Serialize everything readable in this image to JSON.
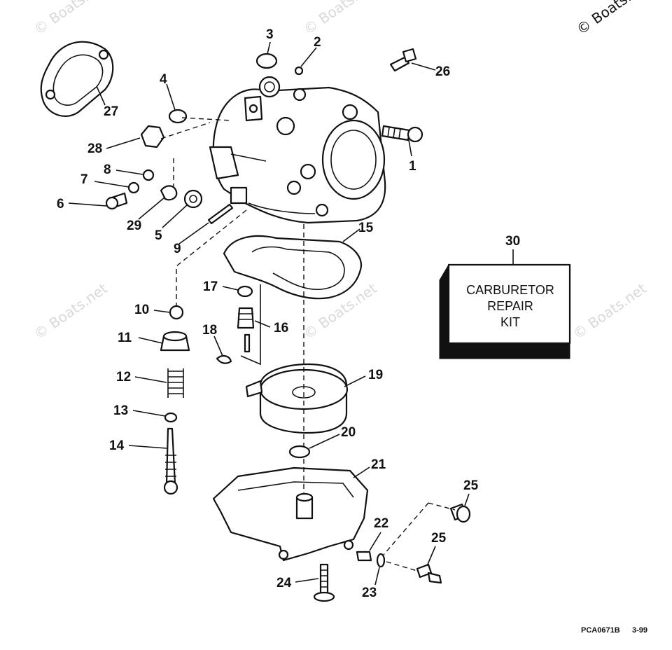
{
  "callouts": [
    "1",
    "2",
    "3",
    "4",
    "5",
    "6",
    "7",
    "8",
    "9",
    "10",
    "11",
    "12",
    "13",
    "14",
    "15",
    "16",
    "17",
    "18",
    "19",
    "20",
    "21",
    "22",
    "23",
    "24",
    "25",
    "25",
    "26",
    "27",
    "28",
    "29",
    "30"
  ],
  "kit": {
    "line1": "CARBURETOR",
    "line2": "REPAIR",
    "line3": "KIT"
  },
  "watermark": "© Boats.net",
  "footer": {
    "code": "PCA0671B",
    "date": "3-99"
  }
}
